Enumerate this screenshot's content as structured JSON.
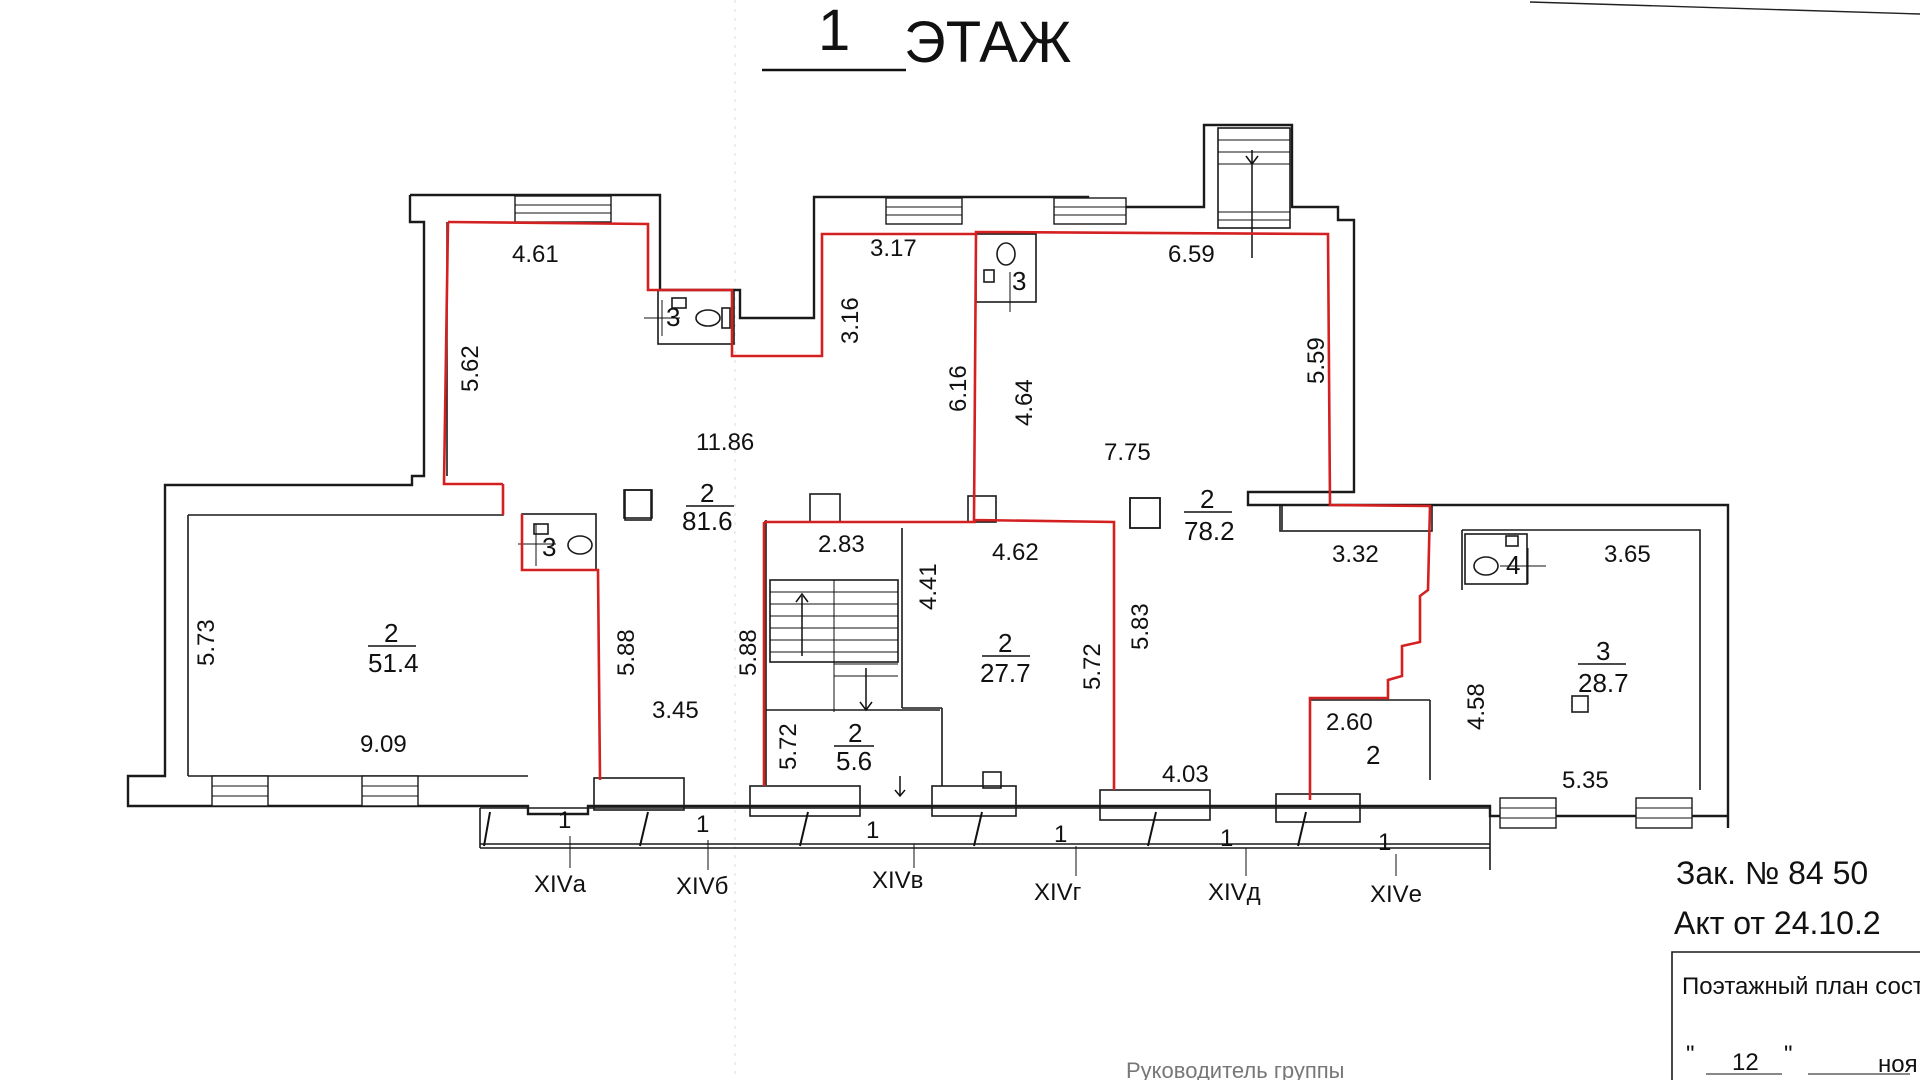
{
  "title": {
    "number": "1",
    "word": "ЭТАЖ"
  },
  "dimensions": {
    "d461": "4.61",
    "d562": "5.62",
    "d317": "3.17",
    "d316": "3.16",
    "d1186": "11.86",
    "d616": "6.16",
    "d464": "4.64",
    "d659": "6.59",
    "d559": "5.59",
    "d775": "7.75",
    "d573": "5.73",
    "d909": "9.09",
    "d588a": "5.88",
    "d345": "3.45",
    "d283": "2.83",
    "d588b": "5.88",
    "d572a": "5.72",
    "d441": "4.41",
    "d462": "4.62",
    "d572b": "5.72",
    "d583": "5.83",
    "d332": "3.32",
    "d403": "4.03",
    "d260": "2.60",
    "d458": "4.58",
    "d365": "3.65",
    "d535": "5.35"
  },
  "rooms": {
    "r81": {
      "num": "2",
      "area": "81.6"
    },
    "r78": {
      "num": "2",
      "area": "78.2"
    },
    "r51": {
      "num": "2",
      "area": "51.4"
    },
    "r27": {
      "num": "2",
      "area": "27.7"
    },
    "r5": {
      "num": "2",
      "area": "5.6"
    },
    "r28": {
      "num": "3",
      "area": "28.7"
    },
    "r2small": {
      "num": "2"
    },
    "wc1": {
      "num": "3"
    },
    "wc2": {
      "num": "3"
    },
    "wc3": {
      "num": "3"
    },
    "wc4": {
      "num": "4"
    }
  },
  "entrances": [
    {
      "num": "1",
      "label": "XIVа"
    },
    {
      "num": "1",
      "label": "XIVб"
    },
    {
      "num": "1",
      "label": "XIVв"
    },
    {
      "num": "1",
      "label": "XIVг"
    },
    {
      "num": "1",
      "label": "XIVд"
    },
    {
      "num": "1",
      "label": "XIVе"
    }
  ],
  "side": {
    "order": "Зак. № 84 50",
    "act": "Акт от 24.10.2",
    "plan_caption": "Поэтажный план сост",
    "day": "12",
    "month": "ноя"
  },
  "footer_text": "Руководитель группы"
}
